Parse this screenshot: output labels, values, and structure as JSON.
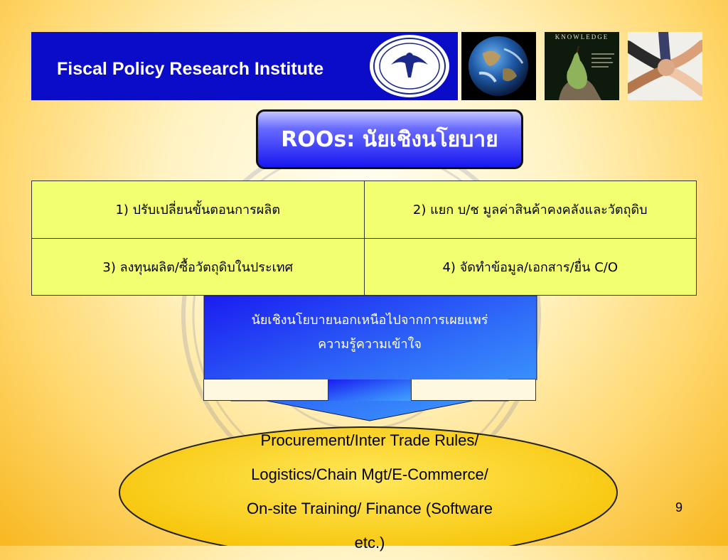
{
  "header": {
    "title": "Fiscal Policy Research Institute",
    "background_color": "#0a0cc7",
    "seal_icon": "institute-seal-icon",
    "photos": [
      {
        "icon": "earth-photo"
      },
      {
        "icon": "knowledge-pear-photo",
        "caption": "KNOWLEDGE"
      },
      {
        "icon": "joined-hands-photo"
      }
    ]
  },
  "slide_title": {
    "text": "ROOs: นัยเชิงนโยบาย",
    "gradient_colors": [
      "#c4c6ff",
      "#1818f0"
    ]
  },
  "grid": {
    "cell_color": "#f2ff70",
    "rows": [
      [
        "1) ปรับเปลี่ยนขั้นตอนการผลิต",
        "2) แยก บ/ช มูลค่าสินค้าคงคลังและวัตถุดิบ"
      ],
      [
        "3) ลงทุนผลิต/ซื้อวัตถุดิบในประเทศ",
        "4) จัดทำข้อมูล/เอกสาร/ยื่น C/O"
      ]
    ]
  },
  "arrow_note": {
    "lines": [
      "นัยเชิงนโยบายนอกเหนือไปจากการเผยแพร่",
      "ความรู้ความเข้าใจ"
    ],
    "gradient_colors": [
      "#1a1cf0",
      "#3fa4ff"
    ]
  },
  "ellipse": {
    "fill_color": "#fbd010",
    "lines": [
      "Procurement/Inter Trade Rules/",
      "Logistics/Chain Mgt/E-Commerce/",
      "On-site Training/ Finance (Software",
      "etc.)"
    ]
  },
  "page_number": "9",
  "watermark_icon": "foundation-seal-watermark"
}
